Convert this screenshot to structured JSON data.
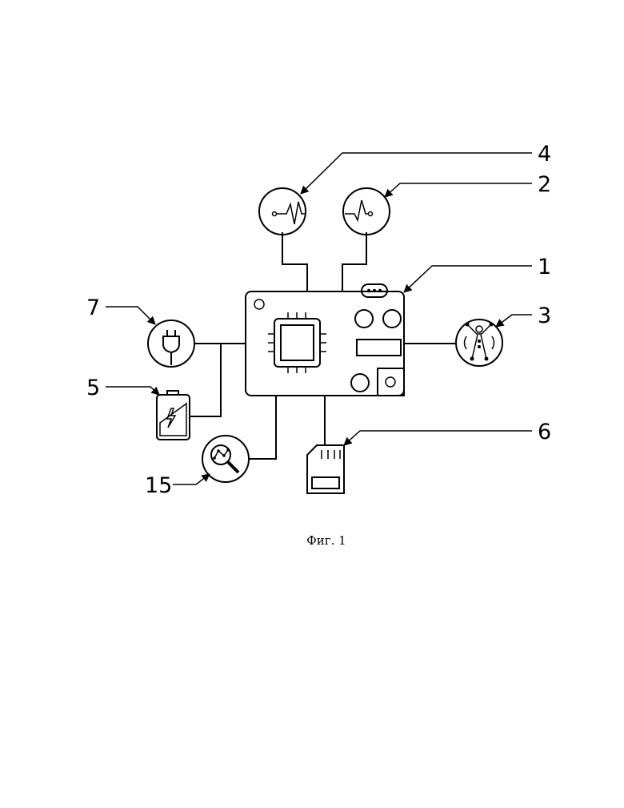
{
  "figure": {
    "caption": "Фиг. 1",
    "callouts": {
      "main_board": "1",
      "sensor_2": "2",
      "body_sensor": "3",
      "sensor_4": "4",
      "battery": "5",
      "sd_card": "6",
      "power_plug": "7",
      "analysis_module": "15"
    }
  }
}
